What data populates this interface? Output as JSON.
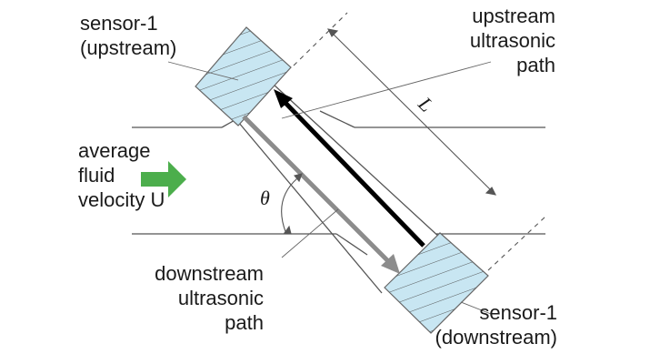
{
  "labels": {
    "sensor_upstream": [
      "sensor-1",
      "(upstream)"
    ],
    "sensor_downstream": [
      "sensor-1",
      "(downstream)"
    ],
    "upstream_path": [
      "upstream",
      "ultrasonic",
      "path"
    ],
    "downstream_path": [
      "downstream",
      "ultrasonic",
      "path"
    ],
    "fluid_velocity": [
      "average",
      "fluid",
      "velocity U"
    ],
    "length_symbol": "L",
    "angle_symbol": "θ"
  },
  "colors": {
    "sensor_fill": "#c8e6f2",
    "flow_arrow": "#4cae4c",
    "upstream_arrow": "#000000",
    "downstream_arrow": "#8c8c8c",
    "pipe_line": "#555555"
  }
}
